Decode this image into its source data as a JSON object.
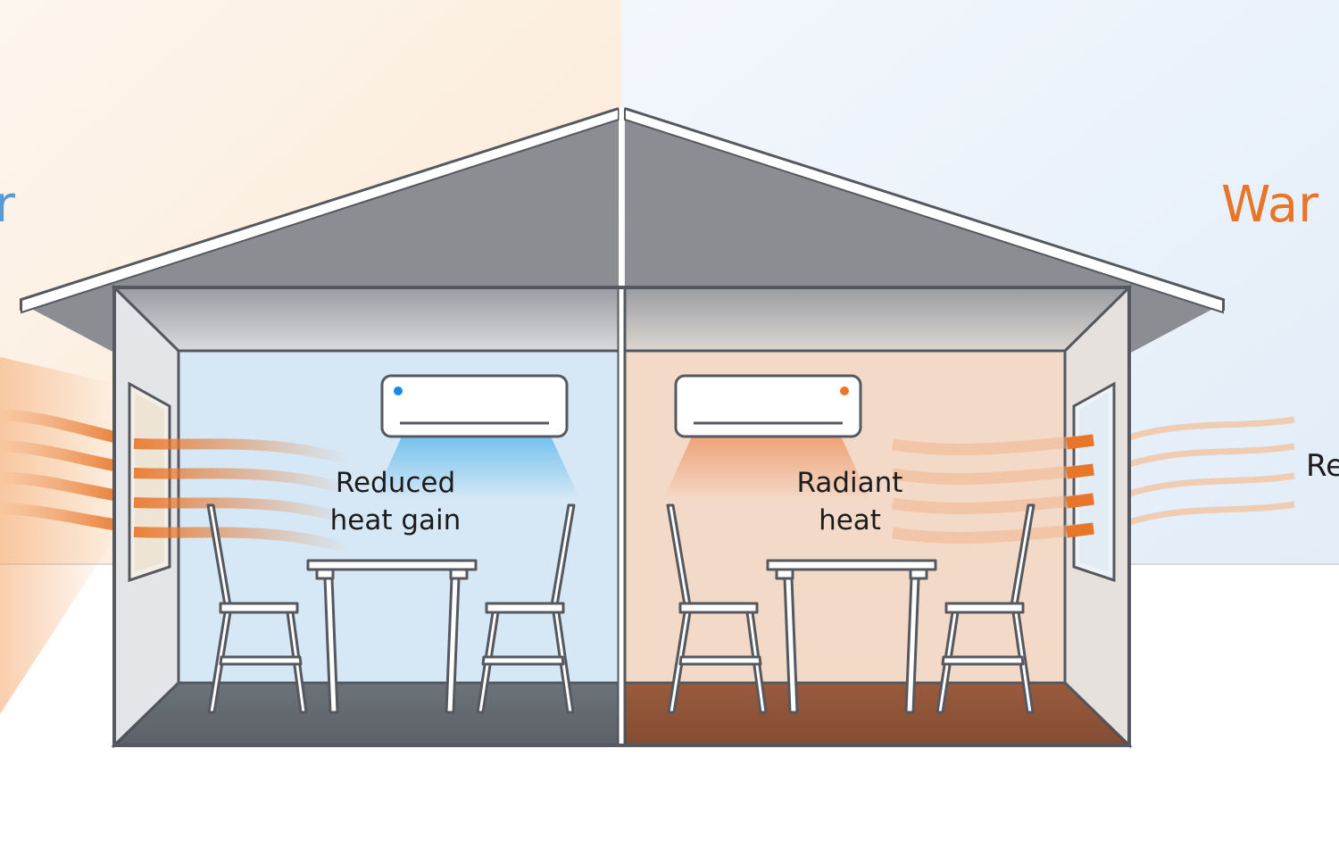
{
  "left_side": {
    "heading_fragment": "r",
    "heading_color": "#5b9bd5",
    "room_label_line1": "Reduced",
    "room_label_line2": "heat gain",
    "ac_indicator_color": "#1e88e5",
    "airflow_color": "#4fb3ec",
    "room_wall_color": "#d6e8f5",
    "floor_color": "#6b7279"
  },
  "right_side": {
    "heading_fragment": "War",
    "heading_color": "#e8762a",
    "side_text_fragment": "Re",
    "room_label_line1": "Radiant",
    "room_label_line2": "heat",
    "ac_indicator_color": "#e8762a",
    "airflow_color": "#f0935a",
    "room_wall_color": "#f3d9c7",
    "floor_color": "#9a5a3c"
  },
  "colors": {
    "roof": "#8b8d92",
    "roof_trim": "#55595f",
    "outline": "#55595f",
    "heat_wave": "#e8762a",
    "sky_left": "#fdf2e6",
    "sky_right": "#e9f2fa"
  },
  "icons": [
    "air-conditioner-icon",
    "chair-icon",
    "table-icon",
    "window-icon",
    "heat-wave-icon"
  ]
}
